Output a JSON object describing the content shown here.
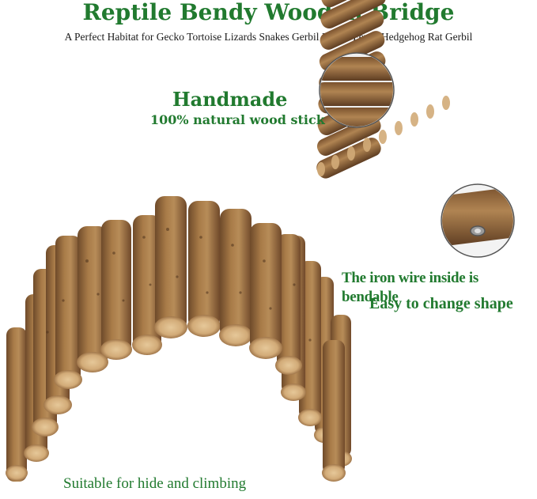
{
  "header": {
    "title": "Reptile Bendy Wooden Bridge",
    "subtitle": "A Perfect Habitat for Gecko Tortoise Lizards Snakes Gerbil Rabbit Ferret Hedgehog Rat Gerbil"
  },
  "features": {
    "handmade_title": "Handmade",
    "handmade_detail": "100% natural wood stick",
    "iron_wire": "The iron wire inside is bendable",
    "easy_shape": "Easy to change shape",
    "usage": "Suitable for hide and climbing"
  },
  "colors": {
    "accent_green": "#217a2f",
    "wood_light": "#b08452",
    "wood_dark": "#6e4a2a",
    "wood_end": "#d9b98a"
  }
}
